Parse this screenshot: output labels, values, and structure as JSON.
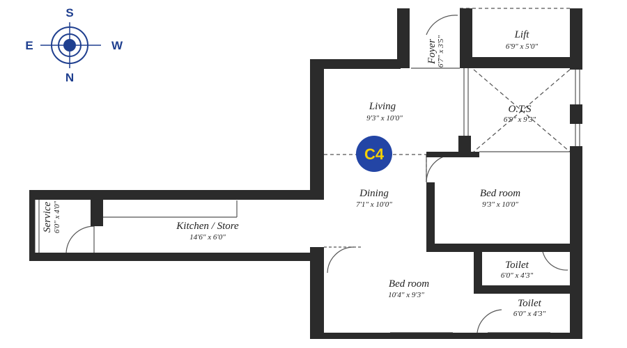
{
  "compass": {
    "top": "S",
    "left": "E",
    "right": "W",
    "bottom": "N",
    "color": "#1f3f8f"
  },
  "unit_badge": {
    "label": "C4",
    "fill": "#2345a5",
    "text_color": "#f5d000"
  },
  "rooms": {
    "lift": {
      "name": "Lift",
      "dims": "6'9\" x 5'0\""
    },
    "foyer": {
      "name": "Foyer",
      "dims": "6'7\" x 3'5\""
    },
    "living": {
      "name": "Living",
      "dims": "9'3\" x 10'0\""
    },
    "ots": {
      "name": "O.T.S",
      "dims": "6'9\" x 9'3\""
    },
    "dining": {
      "name": "Dining",
      "dims": "7'1\" x 10'0\""
    },
    "bedroom1": {
      "name": "Bed room",
      "dims": "9'3\" x 10'0\""
    },
    "kitchen": {
      "name": "Kitchen / Store",
      "dims": "14'6\" x 6'0\""
    },
    "service": {
      "name": "Service",
      "dims": "6'0\" x 4'0\""
    },
    "toilet1": {
      "name": "Toilet",
      "dims": "6'0\" x 4'3\""
    },
    "bedroom2": {
      "name": "Bed room",
      "dims": "10'4\" x 9'3\""
    },
    "toilet2": {
      "name": "Toilet",
      "dims": "6'0\" x 4'3\""
    }
  },
  "colors": {
    "wall": "#2b2b2b",
    "line": "#555555"
  }
}
